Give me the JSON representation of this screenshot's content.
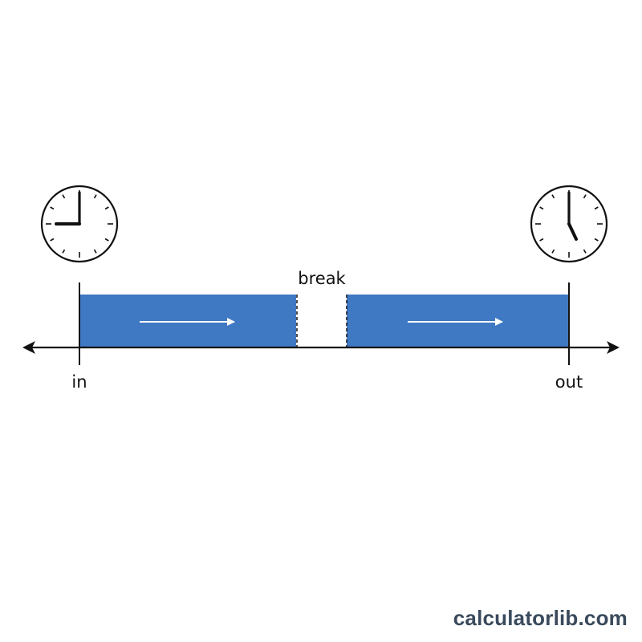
{
  "labels": {
    "break": "break",
    "in": "in",
    "out": "out"
  },
  "brand": "calculatorlib.com",
  "colors": {
    "work_block": "#3f78c3",
    "axis": "#111111",
    "brand_text": "#3a4a5c"
  },
  "clocks": {
    "in_clock": {
      "hour": 9,
      "minute": 0
    },
    "out_clock": {
      "hour": 5,
      "minute": 0
    }
  }
}
